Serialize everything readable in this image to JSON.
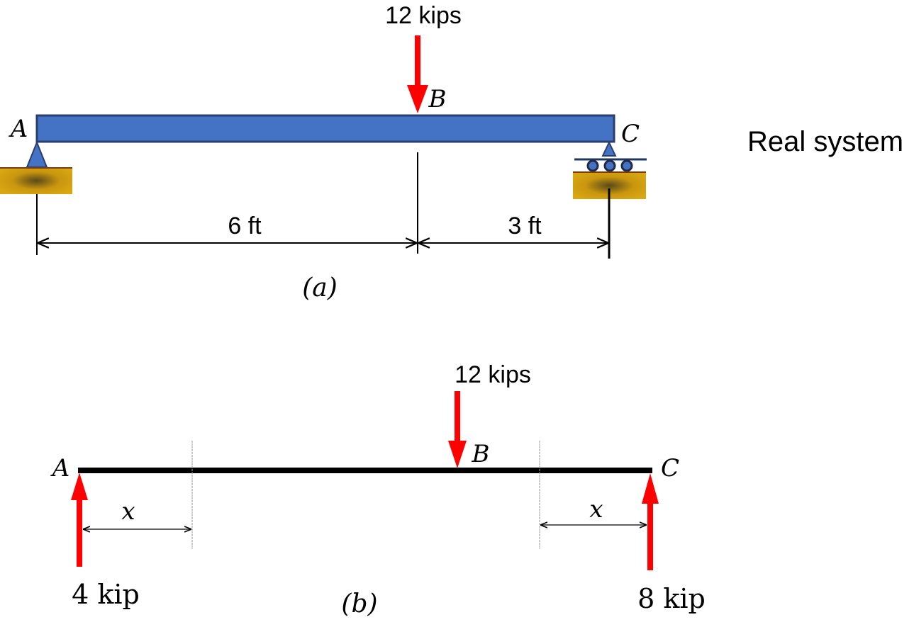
{
  "figure_a": {
    "load_label": "12 kips",
    "point_a": "A",
    "point_b": "B",
    "point_c": "C",
    "span_ab": "6 ft",
    "span_bc": "3 ft",
    "caption": "(a)",
    "system_label": "Real system"
  },
  "figure_b": {
    "load_label": "12 kips",
    "point_a": "A",
    "point_b": "B",
    "point_c": "C",
    "x_left": "x",
    "x_right": "x",
    "reaction_a": "4 kip",
    "reaction_c": "8 kip",
    "caption": "(b)"
  },
  "colors": {
    "beam": "#4472c4",
    "load_arrow": "#ff0000",
    "support_base": "#d4a017",
    "line": "#000000"
  }
}
